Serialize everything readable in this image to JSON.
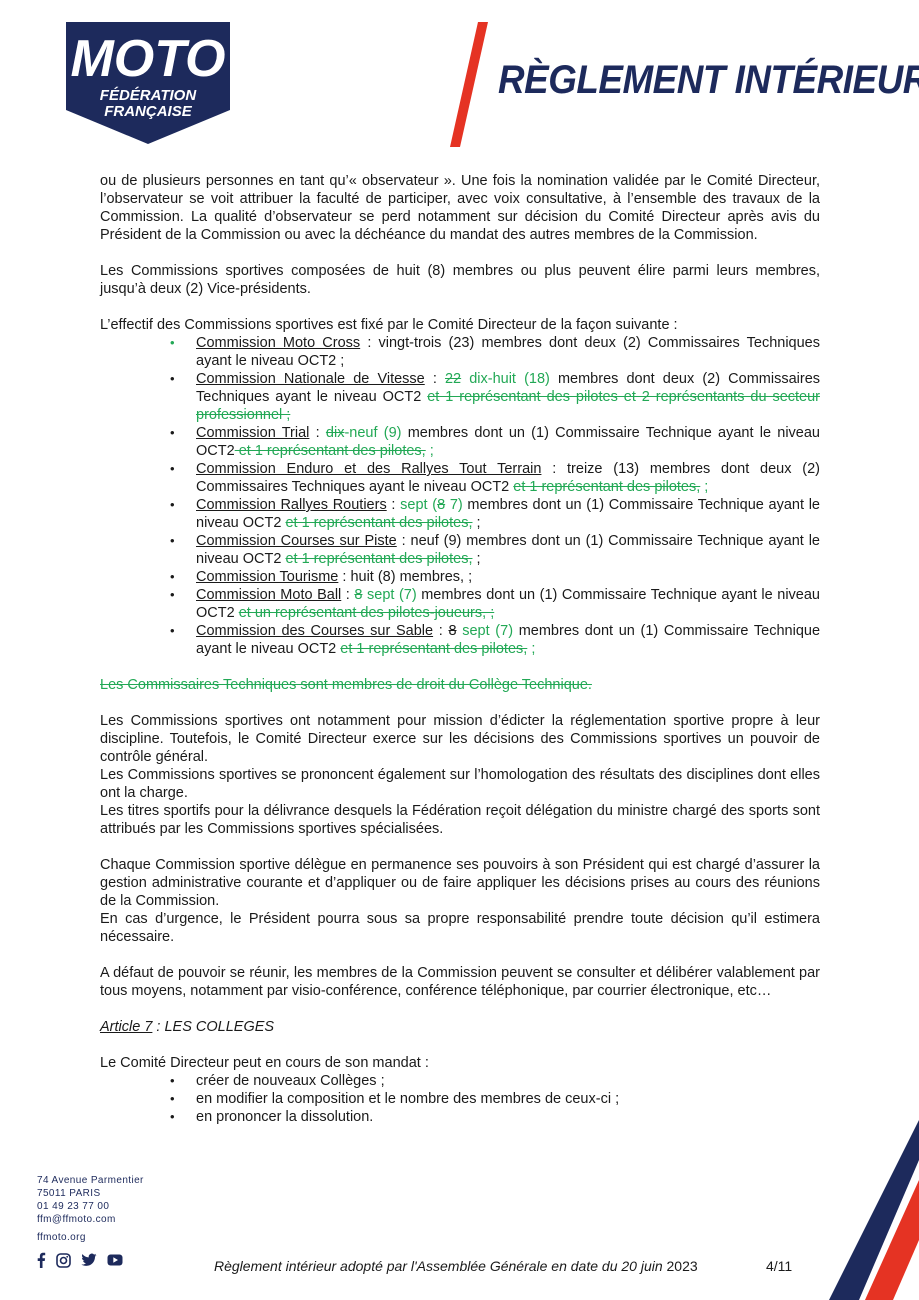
{
  "header": {
    "logo_word": "MOTO",
    "logo_line1": "FÉDÉRATION",
    "logo_line2": "FRANÇAISE",
    "doc_title": "RÈGLEMENT INTÉRIEUR"
  },
  "colors": {
    "navy": "#1d2a5c",
    "red": "#e53323",
    "revision_green": "#22a855"
  },
  "intro": {
    "p1": "ou de plusieurs personnes en tant qu’« observateur ». Une fois la nomination validée par le Comité Directeur, l’observateur se voit attribuer la faculté de participer, avec voix consultative, à l’ensemble des travaux de la Commission. La qualité d’observateur se perd notamment sur décision du Comité Directeur après avis du Président de la Commission ou avec la déchéance du mandat des autres membres de la Commission.",
    "p2": "Les Commissions sportives composées de huit (8) membres ou plus peuvent élire parmi leurs membres, jusqu’à deux (2) Vice-présidents.",
    "p3": "L’effectif des Commissions sportives est fixé par le Comité Directeur de la façon suivante :"
  },
  "commissions": [
    {
      "name": "Commission Moto Cross",
      "t1": " : vingt-trois (23) membres dont deux (2) Commissaires Techniques ayant le niveau OCT2 ;"
    },
    {
      "name": "Commission Nationale de Vitesse",
      "t1": " : ",
      "del1": "22",
      "ins1": " dix-huit (18)",
      "t2": " membres dont deux (2) Commissaires Techniques ayant le niveau OCT2 ",
      "del2": "et 1 représentant des pilotes et 2 représentants du secteur professionnel ;"
    },
    {
      "name": "Commission Trial",
      "t1": " : ",
      "del1": "dix",
      "ins1": "-neuf (9)",
      "t2": " membres dont un (1) Commissaire Technique ayant le niveau OCT2",
      "del2": " et 1 représentant des pilotes,",
      "ins2": " ;"
    },
    {
      "name": "Commission Enduro et des Rallyes Tout Terrain",
      "t1": " : treize (13) membres dont deux (2) Commissaires Techniques ayant le niveau OCT2 ",
      "del1": "et 1 représentant des pilotes,",
      "ins1": " ;"
    },
    {
      "name": "Commission Rallyes Routiers",
      "t1": " : ",
      "ins1": "sept (",
      "del1": "8",
      "ins2": " 7)",
      "t2": " membres dont un (1) Commissaire Technique ayant le niveau OCT2 ",
      "del2": "et 1 représentant des pilotes,",
      "t3": " ;"
    },
    {
      "name": "Commission Courses sur Piste",
      "t1": " : neuf (9) membres dont un (1) Commissaire Technique ayant le niveau OCT2 ",
      "del1": "et 1 représentant des pilotes,",
      "t2": " ;"
    },
    {
      "name": "Commission Tourisme",
      "t1": " : huit (8) membres, ;"
    },
    {
      "name": "Commission Moto Ball",
      "t1": " : ",
      "del1": "8",
      "ins1": " sept (7)",
      "t2": " membres dont un (1) Commissaire Technique ayant le niveau OCT2 ",
      "del2": "et un représentant des pilotes-joueurs, ;"
    },
    {
      "name": "Commission des Courses sur Sable",
      "t1": " : ",
      "del1": "8",
      "ins1": " sept (7)",
      "t2": " membres dont un (1) Commissaire Technique ayant le niveau OCT2 ",
      "del2": "et 1 représentant des pilotes,",
      "ins2": " ;"
    }
  ],
  "struck_paragraph": "Les Commissaires Techniques sont membres de droit du Collège Technique.",
  "body": {
    "p4": "Les Commissions sportives ont notamment pour mission d’édicter la réglementation sportive propre à leur discipline. Toutefois, le Comité Directeur exerce sur les décisions des Commissions sportives un pouvoir de contrôle général.",
    "p5": "Les Commissions sportives se prononcent également sur l’homologation des résultats des disciplines dont elles ont la charge.",
    "p6": "Les titres sportifs pour la délivrance desquels la Fédération reçoit délégation du ministre chargé des sports sont attribués par les Commissions sportives spécialisées.",
    "p7": "Chaque Commission sportive délègue en permanence ses pouvoirs à son Président qui est chargé d’assurer la gestion administrative courante et d’appliquer ou de faire appliquer les décisions prises au cours des réunions de la Commission.",
    "p8": "En cas d’urgence, le Président pourra sous sa propre responsabilité prendre toute décision qu’il estimera nécessaire.",
    "p9": "A défaut de pouvoir se réunir, les membres de la Commission peuvent se consulter et délibérer valablement par tous moyens, notamment par visio-conférence, conférence téléphonique, par courrier électronique, etc…"
  },
  "article7": {
    "label": "Article 7",
    "title": " : LES COLLEGES",
    "intro": "Le Comité Directeur peut en cours de son mandat :",
    "items": [
      "créer de nouveaux Collèges ;",
      "en modifier la composition et le nombre des membres de ceux-ci ;",
      "en prononcer la dissolution."
    ]
  },
  "footer": {
    "address": [
      "74 Avenue Parmentier",
      "75011 PARIS",
      "01 49 23 77 00",
      "ffm@ffmoto.com"
    ],
    "site": "ffmoto.org",
    "adoption_text": "Règlement intérieur adopté par l'Assemblée Générale en date du 20 juin",
    "year": " 2023",
    "page": "4/11"
  }
}
